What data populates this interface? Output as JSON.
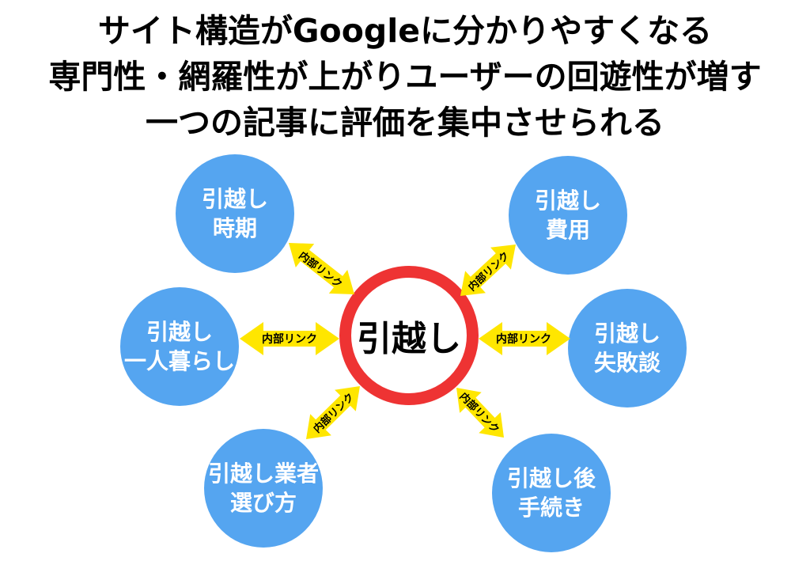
{
  "title": {
    "lines": [
      "サイト構造がGoogleに分かりやすくなる",
      "専門性・網羅性が上がりユーザーの回遊性が増す",
      "一つの記事に評価を集中させられる"
    ]
  },
  "diagram": {
    "hub": {
      "label": "引越し"
    },
    "nodes": [
      {
        "id": "jiki",
        "label_lines": [
          "引越し",
          "時期"
        ]
      },
      {
        "id": "hiyou",
        "label_lines": [
          "引越し",
          "費用"
        ]
      },
      {
        "id": "hitori",
        "label_lines": [
          "引越し",
          "一人暮らし"
        ]
      },
      {
        "id": "shippai",
        "label_lines": [
          "引越し",
          "失敗談"
        ]
      },
      {
        "id": "gyousha",
        "label_lines": [
          "引越し業者",
          "選び方"
        ]
      },
      {
        "id": "tetsuzuki",
        "label_lines": [
          "引越し後",
          "手続き"
        ]
      }
    ],
    "edges": [
      {
        "from": "引越し",
        "to": "引越し時期",
        "label": "内部リンク"
      },
      {
        "from": "引越し",
        "to": "引越し費用",
        "label": "内部リンク"
      },
      {
        "from": "引越し",
        "to": "引越し一人暮らし",
        "label": "内部リンク"
      },
      {
        "from": "引越し",
        "to": "引越し失敗談",
        "label": "内部リンク"
      },
      {
        "from": "引越し",
        "to": "引越し業者選び方",
        "label": "内部リンク"
      },
      {
        "from": "引越し",
        "to": "引越し後手続き",
        "label": "内部リンク"
      }
    ],
    "colors": {
      "node_blue": "#55a5f0",
      "hub_red": "#ee3333",
      "arrow_yellow": "#ffe600",
      "title_text": "#000000",
      "node_text": "#ffffff"
    }
  }
}
